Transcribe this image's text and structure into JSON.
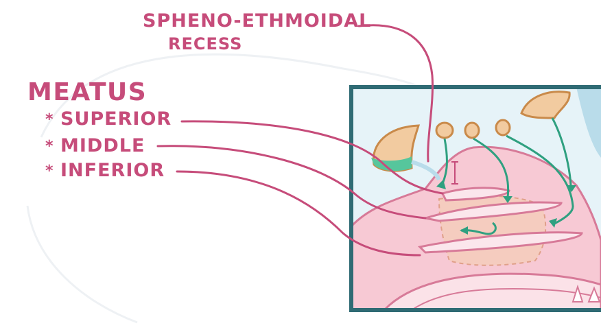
{
  "labels": {
    "recess_line1": "Spheno-ethmoidal",
    "recess_line2": "Recess",
    "meatus_title": "Meatus",
    "meatus_items": [
      {
        "bullet": "*",
        "text": "Superior"
      },
      {
        "bullet": "*",
        "text": "Middle"
      },
      {
        "bullet": "*",
        "text": "Inferior"
      }
    ]
  },
  "colors": {
    "label": "#c64c7a",
    "frame": "#2f6b74",
    "frame_bg": "#e6f3f8",
    "tissue": "#f7c9d4",
    "tissue_outline": "#d77a98",
    "sinus": "#f2cba0",
    "sinus_outline": "#c98a4a",
    "arrow": "#2fa080"
  }
}
